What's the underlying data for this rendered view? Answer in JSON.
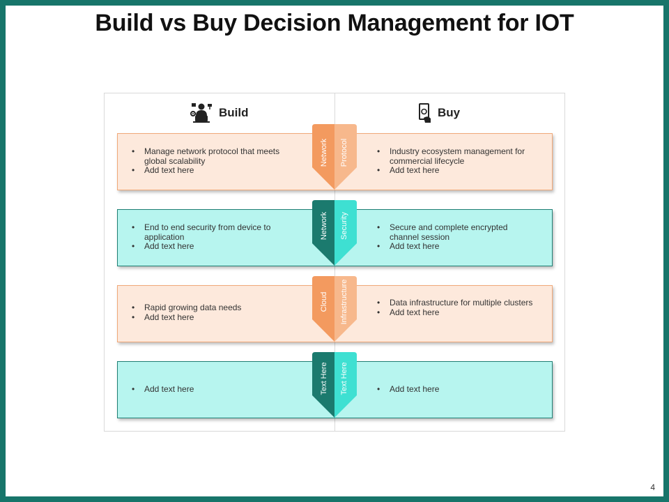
{
  "title": "Build vs Buy Decision Management for IOT",
  "page_number": "4",
  "columns": {
    "build": {
      "label": "Build",
      "icon": "person-laptop-gear-icon"
    },
    "buy": {
      "label": "Buy",
      "icon": "hand-money-icon"
    }
  },
  "colors": {
    "frame": "#17756a",
    "peach": "#fde9dc",
    "orange": "#f39a5f",
    "teal_light": "#b7f5ef",
    "teal_dark": "#1b7a6e",
    "cyan": "#3ee0d2"
  },
  "rows": [
    {
      "build_items": [
        "Manage network protocol that meets global scalability",
        "Add text here"
      ],
      "buy_items": [
        "Industry ecosystem management for commercial lifecycle",
        "Add text here"
      ],
      "left_arrow_label": "Network",
      "right_arrow_label": "Protocol"
    },
    {
      "build_items": [
        "End to end security from device to application",
        "Add text here"
      ],
      "buy_items": [
        "Secure and complete encrypted channel session",
        "Add text here"
      ],
      "left_arrow_label": "Network",
      "right_arrow_label": "Security"
    },
    {
      "build_items": [
        "Rapid growing data needs",
        "Add text here"
      ],
      "buy_items": [
        "Data infrastructure for multiple clusters",
        "Add text here"
      ],
      "left_arrow_label": "Cloud",
      "right_arrow_label": "Infrastructure"
    },
    {
      "build_items": [
        "Add text here"
      ],
      "buy_items": [
        "Add text here"
      ],
      "left_arrow_label": "Text Here",
      "right_arrow_label": "Text Here"
    }
  ]
}
